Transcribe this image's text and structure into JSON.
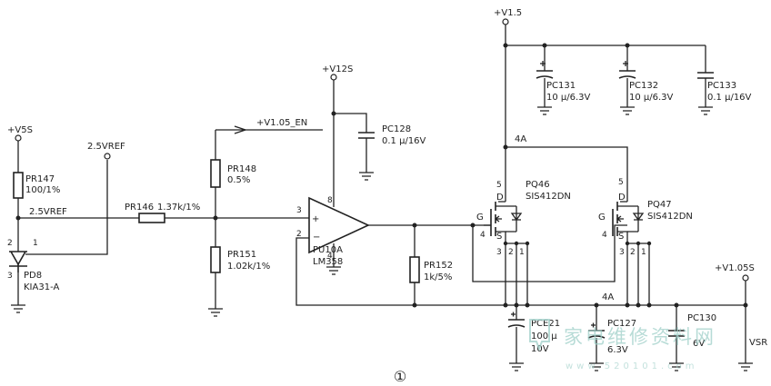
{
  "rails": {
    "v5s": "+V5S",
    "vref": "2.5VREF",
    "v12s": "+V12S",
    "v1_5": "+V1.5",
    "v105en": "+V1.05_EN",
    "v105s": "+V1.05S",
    "vsr": "VSR"
  },
  "net": {
    "vref_net": "2.5VREF",
    "i4a_top": "4A",
    "i4a_bot": "4A"
  },
  "pins": {
    "p1": "1",
    "p2": "2",
    "p3": "3",
    "p4": "4",
    "p8": "8",
    "plus": "+",
    "minus": "−",
    "d": "D",
    "s": "S",
    "g": "G",
    "p5": "5"
  },
  "components": {
    "pr147": {
      "ref": "PR147",
      "value": "100/1%"
    },
    "pd8": {
      "ref": "PD8",
      "value": "KIA31-A"
    },
    "pr146": {
      "ref": "PR146",
      "value": "1.37k/1%"
    },
    "pr148": {
      "ref": "PR148",
      "value": "0.5%"
    },
    "pr151": {
      "ref": "PR151",
      "value": "1.02k/1%"
    },
    "pc128": {
      "ref": "PC128",
      "value": "0.1 μ/16V"
    },
    "pu10a": {
      "ref": "PU10A",
      "value": "LM358"
    },
    "pr152": {
      "ref": "PR152",
      "value": "1k/5%"
    },
    "pq46": {
      "ref": "PQ46",
      "value": "SIS412DN"
    },
    "pq47": {
      "ref": "PQ47",
      "value": "SIS412DN"
    },
    "pc131": {
      "ref": "PC131",
      "value": "10 μ/6.3V"
    },
    "pc132": {
      "ref": "PC132",
      "value": "10 μ/6.3V"
    },
    "pc133": {
      "ref": "PC133",
      "value": "0.1 μ/16V"
    },
    "pce21": {
      "ref": "PCE21",
      "value1": "100 μ",
      "value2": "10V"
    },
    "pc127": {
      "ref": "PC127",
      "value": "6.3V"
    },
    "pc130": {
      "ref": "PC130",
      "value": "6V"
    }
  },
  "figure_label": "①",
  "watermark": {
    "text": "家电维修资料网",
    "url": "www.520101.com"
  }
}
